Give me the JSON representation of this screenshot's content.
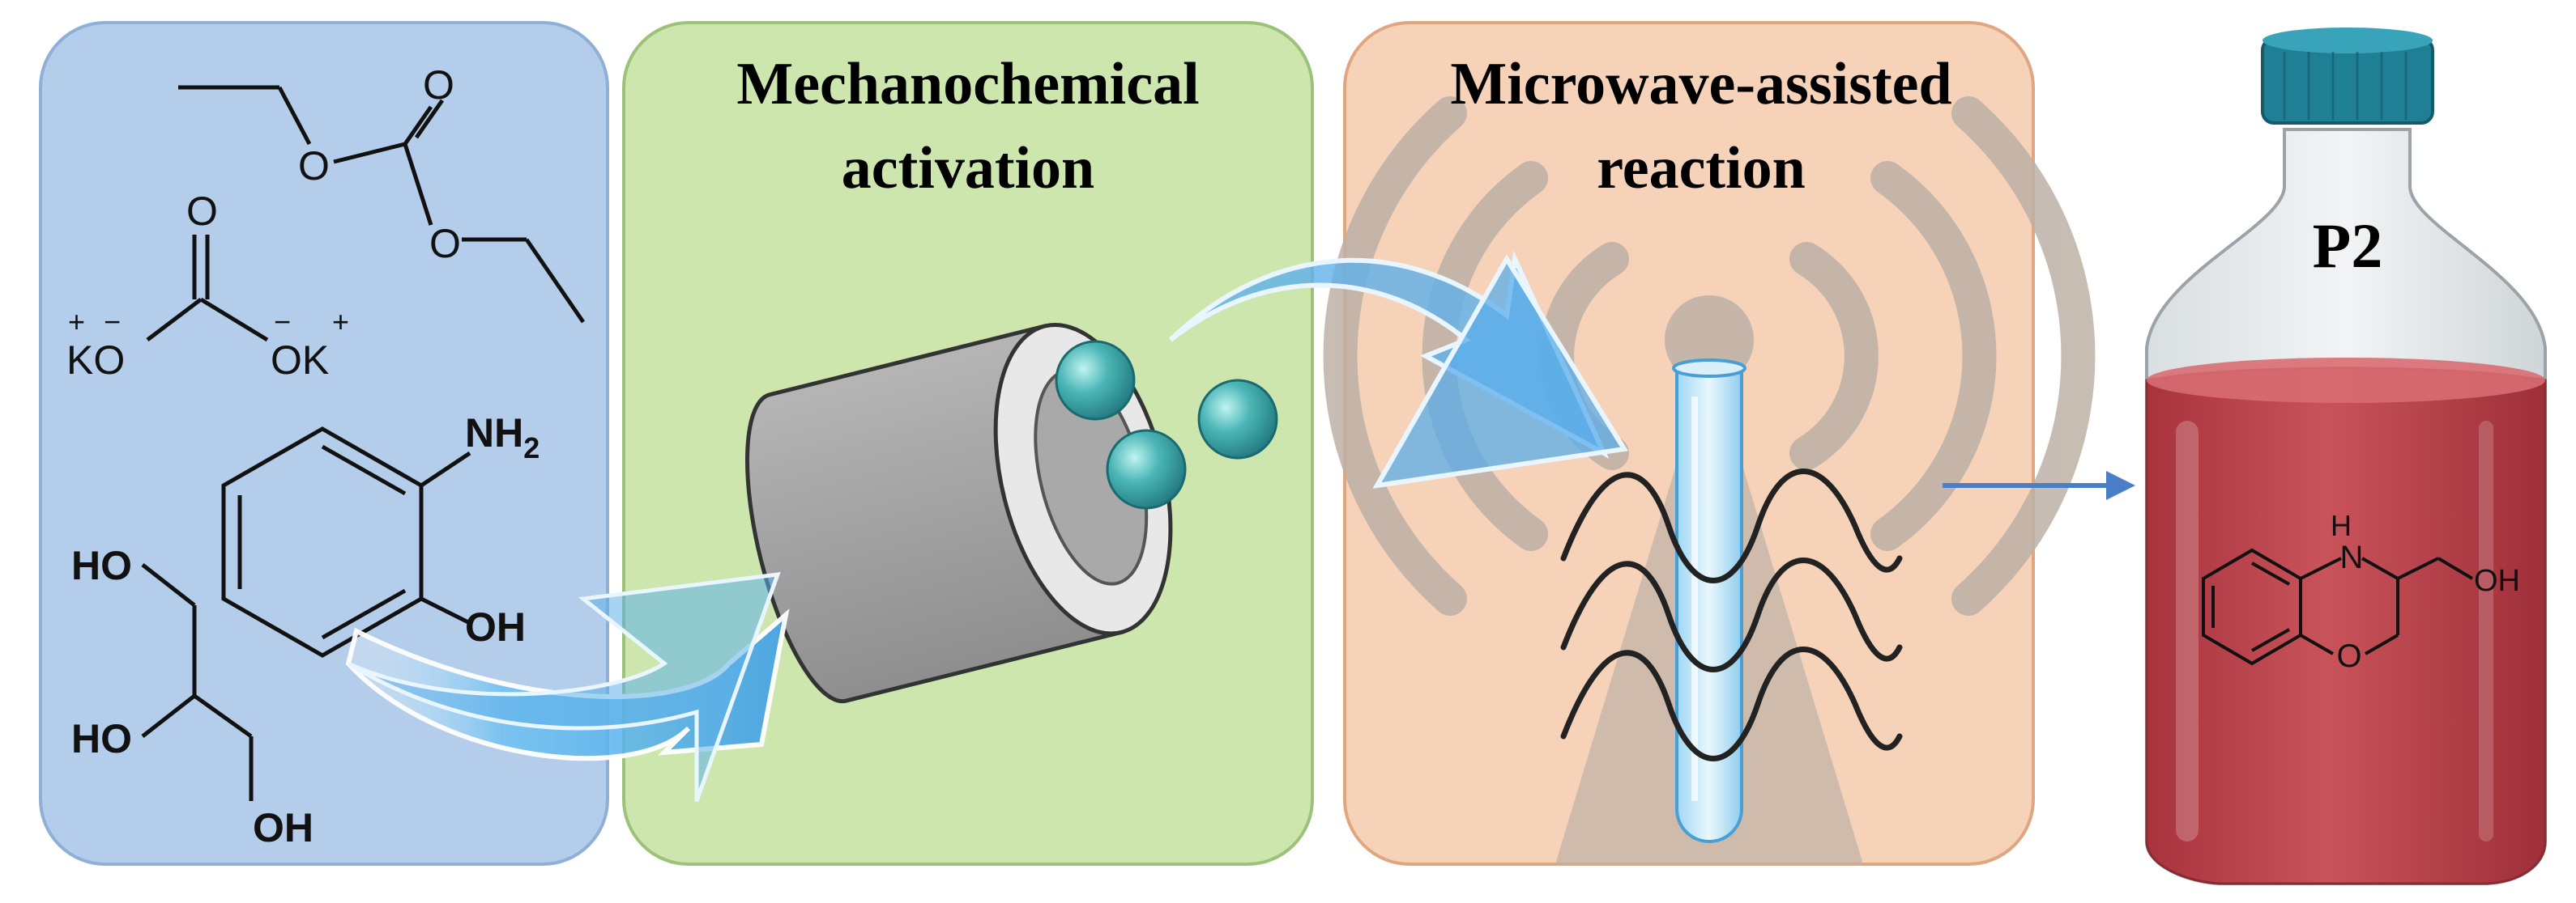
{
  "panels": {
    "reactants": {
      "color": "#b4cdea",
      "border": "#8fb0d6"
    },
    "mechano": {
      "title_line1": "Mechanochemical",
      "title_line2": "activation",
      "color": "#cde6ad",
      "border": "#9cc27a"
    },
    "microwave": {
      "title_line1": "Microwave-assisted",
      "title_line2": "reaction",
      "color": "#f6d2b9",
      "border": "#e0a680"
    }
  },
  "product": {
    "label": "P2",
    "liquid_color": "#c0474f",
    "cap_color": "#1f7f95"
  },
  "chemistry": {
    "carbonate": {
      "o_top": "O",
      "o_left": "O",
      "o_right": "O"
    },
    "k2co3": {
      "o_top": "O",
      "left_minus": "−",
      "right_minus": "−",
      "left_plus": "+",
      "right_plus": "+",
      "left_label": "KO",
      "right_label": "OK"
    },
    "aminophenol": {
      "nh2": "NH",
      "nh2_sub": "2",
      "oh": "OH"
    },
    "glycerol": {
      "oh_top": "HO",
      "oh_mid": "HO",
      "oh_bottom": "OH"
    },
    "benzoxazine": {
      "h": "H",
      "n": "N",
      "o": "O",
      "oh": "OH"
    }
  },
  "colors": {
    "arrow": "#5fb0ea",
    "flow_arrow": "#4a7ec6",
    "ball": "#3aa6a9",
    "jar": "#9d9d9d"
  },
  "icons": [
    "ball-mill-jar-icon",
    "milling-ball-icon",
    "microwave-signal-icon",
    "test-tube-icon",
    "wave-icon",
    "reagent-bottle-icon"
  ]
}
